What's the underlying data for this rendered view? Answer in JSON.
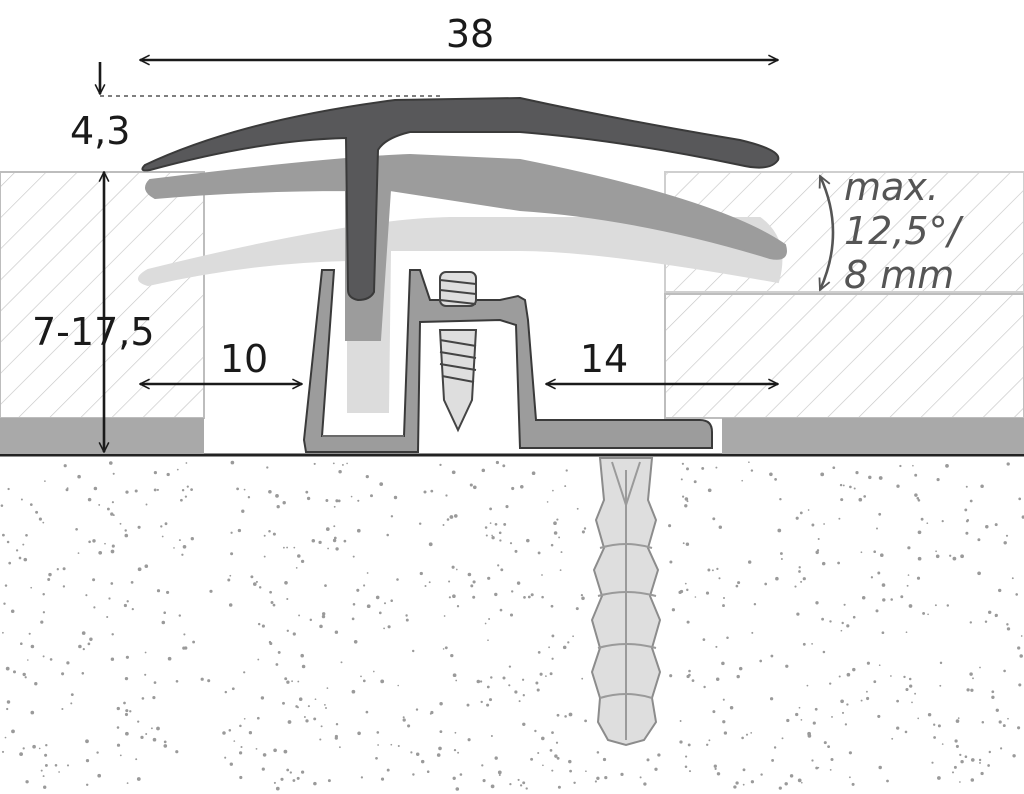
{
  "dimensions": {
    "total_width": "38",
    "top_thickness": "4,3",
    "height_range": "7-17,5",
    "left_leg": "10",
    "right_leg": "14"
  },
  "adjustment_note": {
    "line1": "max.",
    "line2": "12,5°/",
    "line3": "8 mm"
  },
  "colors": {
    "profile_dark": "#58585a",
    "profile_mid": "#9c9c9c",
    "profile_light": "#d9d9d9",
    "floor_underlay": "#a9a9a9",
    "subfloor_dots": "#9a9a9a",
    "dowel": "#dedede"
  }
}
